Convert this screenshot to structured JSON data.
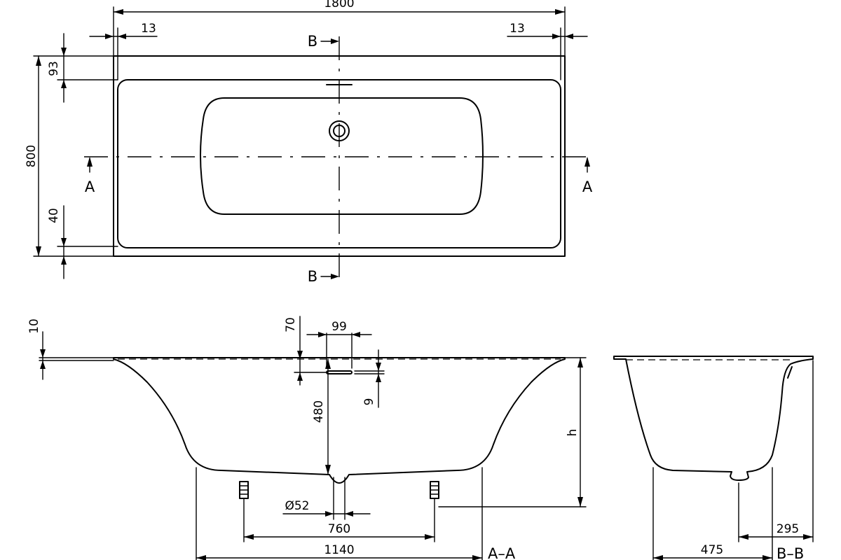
{
  "top_view": {
    "dim_width": "1800",
    "dim_rim_left": "13",
    "dim_rim_right": "13",
    "dim_depth": "800",
    "dim_rim_back": "93",
    "dim_rim_front": "40",
    "section_b_top": "B",
    "section_b_bottom": "B",
    "section_a_left": "A",
    "section_a_right": "A"
  },
  "section_aa": {
    "dim_rim": "10",
    "dim_overflow_height": "70",
    "dim_overflow_width": "99",
    "dim_overflow_slot": "9",
    "dim_inner_depth": "480",
    "dim_total_height": "h",
    "dim_drain": "Ø52",
    "dim_feet_spacing": "760",
    "dim_base": "1140",
    "label": "A–A"
  },
  "section_bb": {
    "dim_base": "475",
    "dim_drain_offset": "295",
    "label": "B–B"
  }
}
